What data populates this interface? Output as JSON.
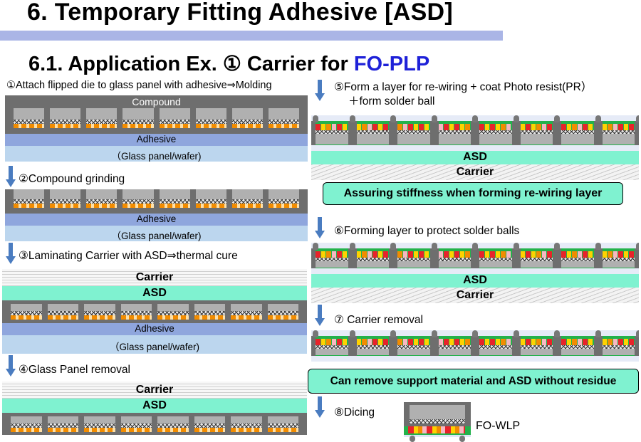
{
  "title": "6. Temporary Fitting Adhesive  [ASD]",
  "subtitle": {
    "prefix": "6.1. Application Ex. ① Carrier for ",
    "highlight": "FO-PLP"
  },
  "steps": {
    "s1": "①Attach flipped die to glass panel with adhesive⇒Molding",
    "s2": "②Compound grinding",
    "s3": "③Laminating Carrier with ASD⇒thermal cure",
    "s4": "④Glass Panel removal",
    "s5a": "⑤Form a layer for re-wiring + coat Photo resist(PR）",
    "s5b": "＋form solder ball",
    "s6": "⑥Forming layer to protect solder balls",
    "s7": "⑦ Carrier removal",
    "s8": "⑧Dicing"
  },
  "labels": {
    "compound": "Compound",
    "adhesive": "Adhesive",
    "glass": "（Glass panel/wafer)",
    "carrier": "Carrier",
    "asd": "ASD",
    "fo_wlp": "FO-WLP"
  },
  "callouts": {
    "stiffness": "Assuring stiffness when forming re-wiring layer",
    "residue": "Can remove support material and ASD without  residue"
  },
  "colors": {
    "title_bar": "#aab5e6",
    "highlight": "#1e21d8",
    "asd": "#7ff2d0",
    "adhesive": "#8fa6dd",
    "glass": "#bcd6ee",
    "compound": "#6e6e6e",
    "arrow": "#4a7cc0"
  }
}
